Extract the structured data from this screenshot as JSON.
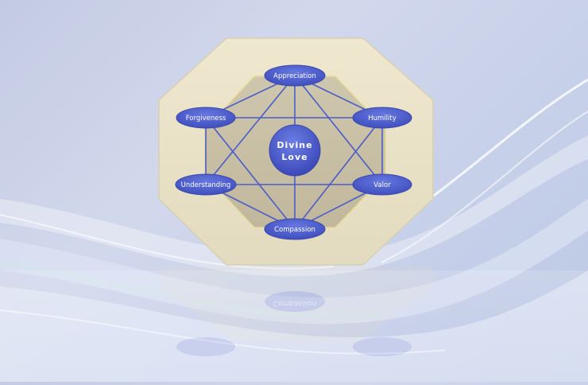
{
  "diagram": {
    "center": {
      "line1": "Divine",
      "line2": "Love"
    },
    "nodes": [
      {
        "id": "appreciation",
        "label": "Appreciation"
      },
      {
        "id": "humility",
        "label": "Humility"
      },
      {
        "id": "valor",
        "label": "Valor"
      },
      {
        "id": "compassion",
        "label": "Compassion"
      },
      {
        "id": "understanding",
        "label": "Understanding"
      },
      {
        "id": "forgiveness",
        "label": "Forgiveness"
      }
    ],
    "reflection": {
      "label": "Compassion"
    }
  },
  "colors": {
    "node_fill": "#4f5fc9",
    "node_edge": "#3b48a8",
    "line": "#4b5cc8",
    "outer_octagon": "#e9e1c6",
    "inner_octagon": "#c9c0a6",
    "background": "#c9d2ea"
  }
}
